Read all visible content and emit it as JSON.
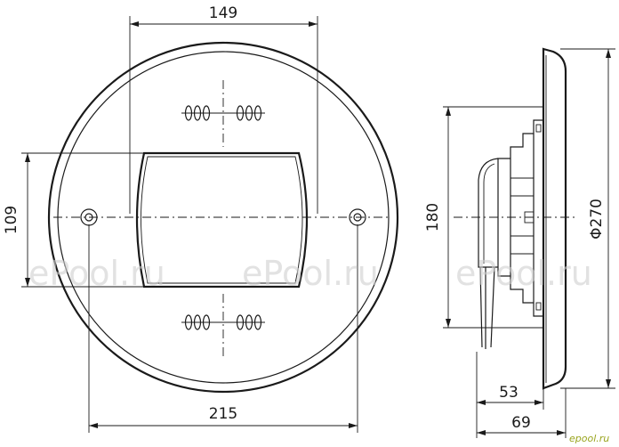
{
  "dimensions": {
    "top_width": "149",
    "left_height": "109",
    "bottom_width": "215",
    "side_height": "180",
    "diameter": "Φ270",
    "depth_53": "53",
    "depth_69": "69"
  },
  "watermarks": {
    "left": "ePool.ru",
    "center": "ePool.ru",
    "right": "ePool.ru",
    "corner": "epool.ru"
  },
  "colors": {
    "line": "#1a1a1a",
    "watermark": "#d0d0d0",
    "corner_logo": "#9aa51f"
  }
}
